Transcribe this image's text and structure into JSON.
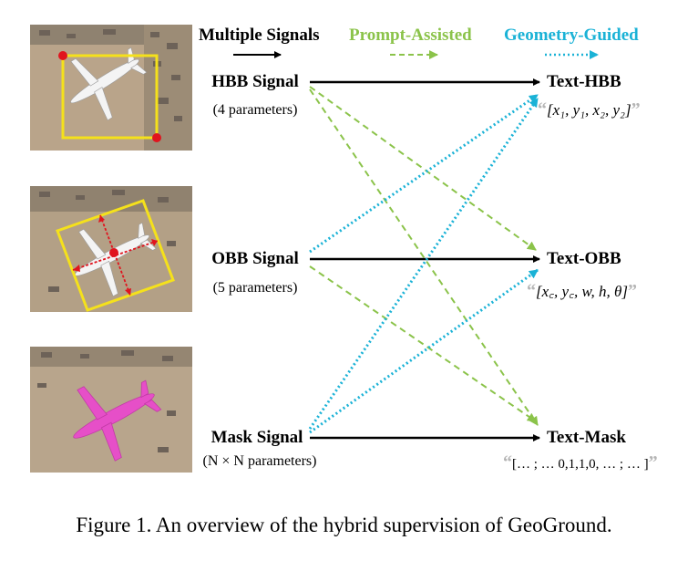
{
  "headers": {
    "multiple_signals": "Multiple Signals",
    "prompt_assisted": "Prompt-Assisted",
    "geometry_guided": "Geometry-Guided"
  },
  "colors": {
    "prompt_assisted": "#8bc34a",
    "geometry_guided": "#1ab2d6",
    "hbb_box": "#f5e11b",
    "keypoint": "#e0141e",
    "mask": "#e64fc8"
  },
  "signals": {
    "hbb": {
      "label": "HBB Signal",
      "params": "(4 parameters)"
    },
    "obb": {
      "label": "OBB Signal",
      "params": "(5 parameters)"
    },
    "mask": {
      "label": "Mask Signal",
      "params": "(N × N parameters)"
    }
  },
  "targets": {
    "hbb": {
      "label": "Text-HBB",
      "format": "[x₁, y₁, x₂, y₂]"
    },
    "obb": {
      "label": "Text-OBB",
      "format": "[x꜀, y꜀, w, h, θ]"
    },
    "mask": {
      "label": "Text-Mask",
      "format": "[… ; … 0,1,1,0, … ; … ]"
    }
  },
  "caption": "Figure 1. An overview of the hybrid supervision of GeoGround."
}
